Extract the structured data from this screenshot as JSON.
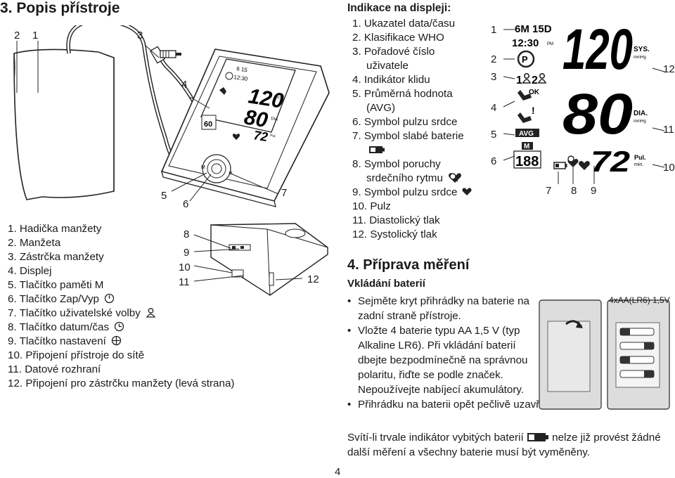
{
  "section3": {
    "title": "3. Popis přístroje",
    "callouts": [
      "2",
      "1",
      "3",
      "4",
      "5",
      "6",
      "7",
      "8",
      "9",
      "10",
      "11",
      "12"
    ],
    "legend": [
      "1. Hadička manžety",
      "2. Manžeta",
      "3. Zástrčka manžety",
      "4. Displej",
      "5. Tlačítko paměti M",
      "6. Tlačítko Zap/Vyp",
      "7. Tlačítko uživatelské volby",
      "8. Tlačítko datum/čas",
      "9. Tlačítko nastavení",
      "10. Připojení přístroje do sítě",
      "11. Datové rozhraní",
      "12. Připojení pro zástrčku manžety (levá strana)"
    ]
  },
  "display": {
    "heading": "Indikace na displeji:",
    "items": [
      "1. Ukazatel data/času",
      "2. Klasifikace WHO",
      "3. Pořadové číslo uživatele",
      "4. Indikátor klidu",
      "5. Průměrná hodnota (AVG)",
      "6. Symbol pulzu srdce",
      "7. Symbol slabé baterie",
      "8. Symbol poruchy srdečního rytmu",
      "9. Symbol pulzu srdce",
      "10. Pulz",
      "11. Diastolický tlak",
      "12. Systolický tlak"
    ],
    "lcd": {
      "date": "6M 15D",
      "time": "12:30",
      "pm": "PM",
      "sys": "120",
      "dia": "80",
      "pulse": "72",
      "sys_label": "SYS.",
      "dia_label": "DIA.",
      "unit": "mmHg",
      "pul_label": "Pul.",
      "min_label": "min.",
      "ok": "OK",
      "avg": "AVG",
      "mem_m": "M",
      "mem_no": "188",
      "who": "P"
    },
    "callouts": [
      "1",
      "2",
      "3",
      "4",
      "5",
      "6",
      "7",
      "8",
      "9",
      "10",
      "11",
      "12"
    ]
  },
  "device_lcd": {
    "date": "6 15",
    "time": "12:30",
    "sys": "120",
    "dia": "80",
    "pulse": "72",
    "mem": "60",
    "sys_label": "SYS",
    "dia_label": "DIA",
    "pul_label": "Pul."
  },
  "section4": {
    "title": "4. Příprava měření",
    "subtitle": "Vkládání baterií",
    "bullets": [
      "Sejměte kryt přihrádky na baterie na zadní straně přístroje.",
      "Vložte 4 baterie typu AA 1,5 V (typ Alkaline LR6). Při vkládání baterií dbejte bezpodmínečně na správnou polaritu, řiďte se podle značek. Nepoužívejte nabíjecí akumulátory.",
      "Přihrádku na baterii opět pečlivě uzavřete."
    ],
    "note_before": "Svítí-li trvale indikátor vybitých baterií",
    "note_after": "nelze již provést žádné další měření a všechny baterie musí být vyměněny.",
    "battery_label": "4xAA(LR6) 1,5V"
  },
  "page_number": "4"
}
